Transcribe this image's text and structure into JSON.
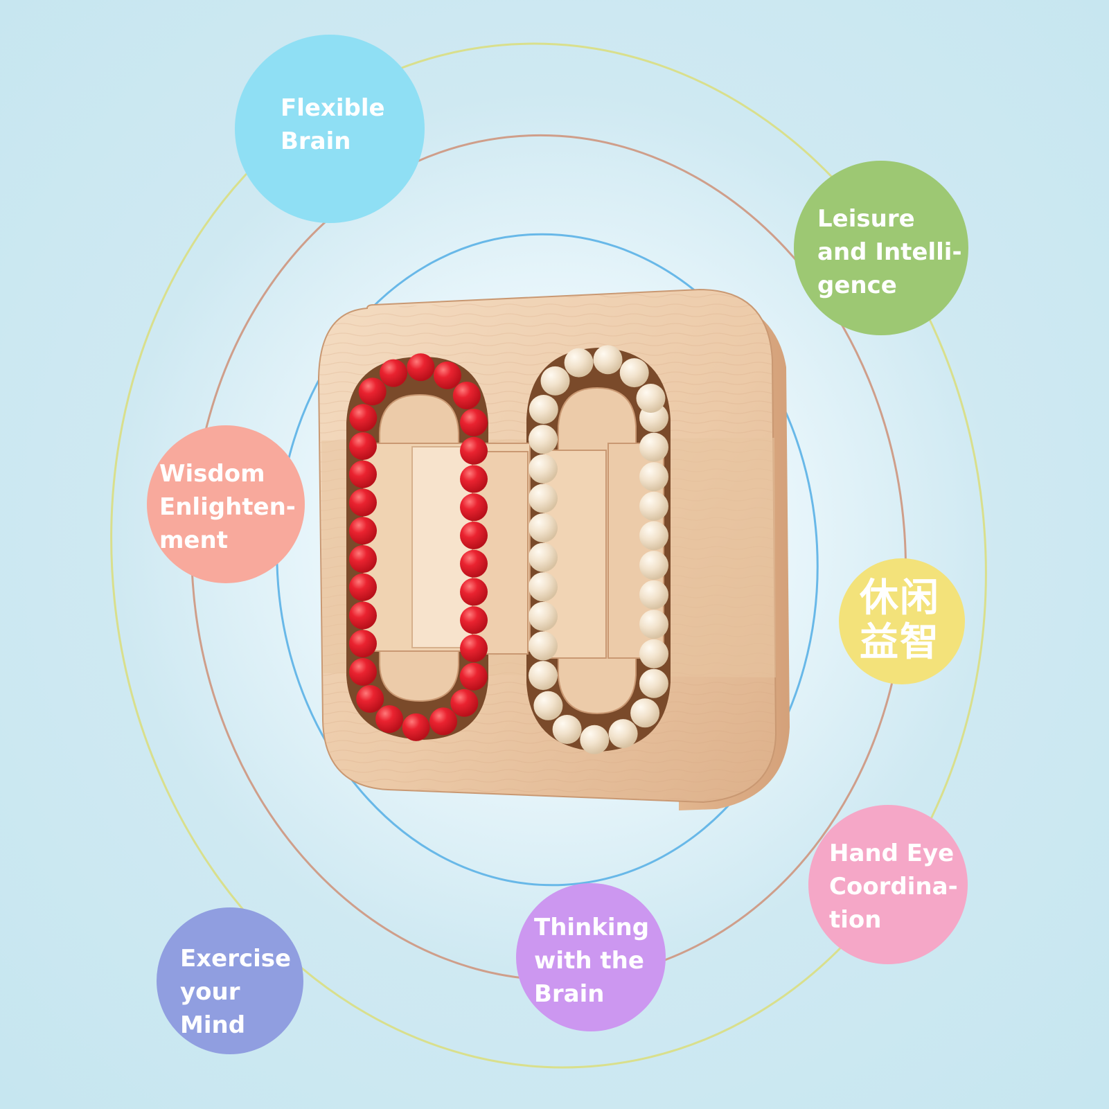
{
  "bubbles": [
    {
      "id": "flexible-brain",
      "label": "Flexible\nBrain",
      "color": "#8fdff4"
    },
    {
      "id": "leisure-intelligence",
      "label": "Leisure\nand Intelli-\ngence",
      "color": "#9dc873"
    },
    {
      "id": "wisdom-enlightenment",
      "label": "Wisdom\nEnlighten-\nment",
      "color": "#f8a99c"
    },
    {
      "id": "chinese-label",
      "label": "休闲\n益智",
      "color": "#f3e27a"
    },
    {
      "id": "hand-eye-coordination",
      "label": "Hand Eye\nCoordina-\ntion",
      "color": "#f5a7c7"
    },
    {
      "id": "thinking-with-brain",
      "label": "Thinking\nwith the\nBrain",
      "color": "#cc97f0"
    },
    {
      "id": "exercise-mind",
      "label": "Exercise\nyour\nMind",
      "color": "#909ee0"
    }
  ],
  "colors": {
    "orbit_outer": "#d9df8c",
    "orbit_middle": "#cf9e8a",
    "orbit_inner": "#68b8e8",
    "wood_light": "#f1d3b5",
    "wood_mid": "#e6bf9b",
    "wood_dark": "#c9986f",
    "red_bead": "#e8202c",
    "cream_bead": "#f2e2cb"
  },
  "product": {
    "subject": "wooden-ball-maze-puzzle"
  }
}
